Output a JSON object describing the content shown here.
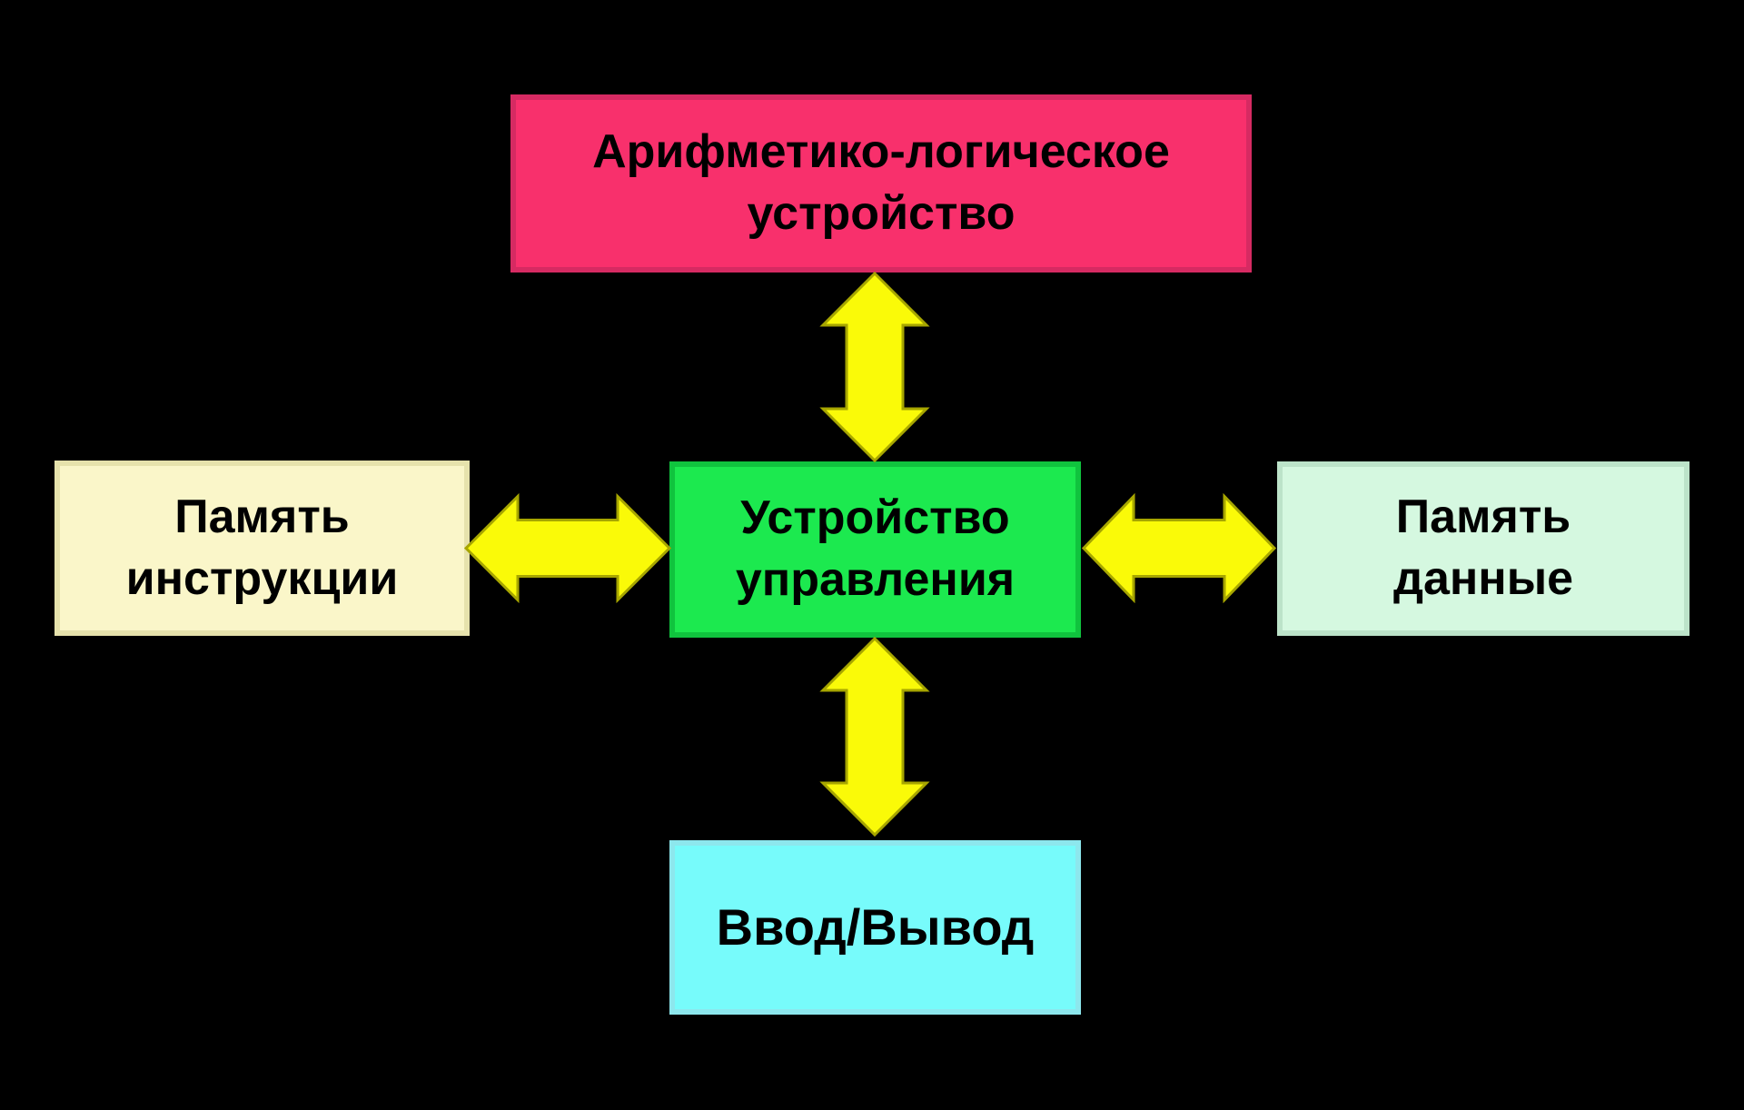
{
  "diagram": {
    "background_color": "#000000",
    "arrow_fill_color": "#FAFA08",
    "arrow_outline_color": "#A7A600",
    "boxes": {
      "alu": {
        "line1": "Арифметико-логическое",
        "line2": "устройство",
        "fill": "#F8306C",
        "border": "#D62A62"
      },
      "instruction_memory": {
        "line1": "Память",
        "line2": "инструкции",
        "fill": "#FAF6C9",
        "border": "#E6E2AC"
      },
      "control_unit": {
        "line1": "Устройство",
        "line2": "управления",
        "fill": "#1CE94F",
        "border": "#10C33E"
      },
      "data_memory": {
        "line1": "Память",
        "line2": "данные",
        "fill": "#D5F8E0",
        "border": "#BCE3C9"
      },
      "io": {
        "line1": "Ввод/Вывод",
        "fill": "#77FBFB",
        "border": "#8DE7ED"
      }
    }
  }
}
